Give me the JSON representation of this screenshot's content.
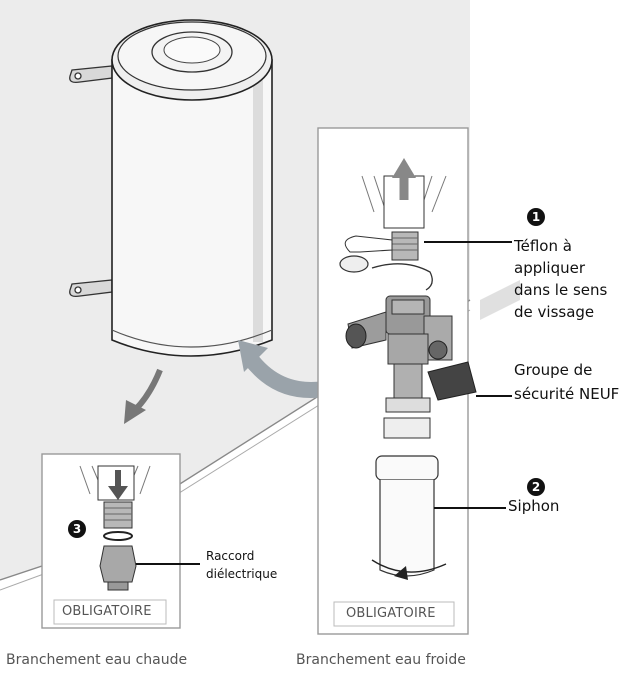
{
  "labels": {
    "teflon": {
      "number": "1",
      "lines": [
        "Téflon à",
        "appliquer",
        "dans le sens",
        "de vissage"
      ]
    },
    "safety_group": {
      "lines": [
        "Groupe de",
        "sécurité NEUF"
      ]
    },
    "siphon": {
      "number": "2",
      "text": "Siphon"
    },
    "dielectric": {
      "number": "3",
      "lines": [
        "Raccord",
        "diélectrique"
      ]
    }
  },
  "boxes": {
    "hot": {
      "badge": "OBLIGATOIRE",
      "caption": "Branchement eau chaude"
    },
    "cold": {
      "badge": "OBLIGATOIRE",
      "caption": "Branchement eau froide"
    }
  },
  "colors": {
    "wall": "#ececec",
    "line": "#222222",
    "arrow_gray": "#808080",
    "arrow_light": "#9aa3aa",
    "tank": "#f7f7f7",
    "brass": "#a8a8a8"
  }
}
